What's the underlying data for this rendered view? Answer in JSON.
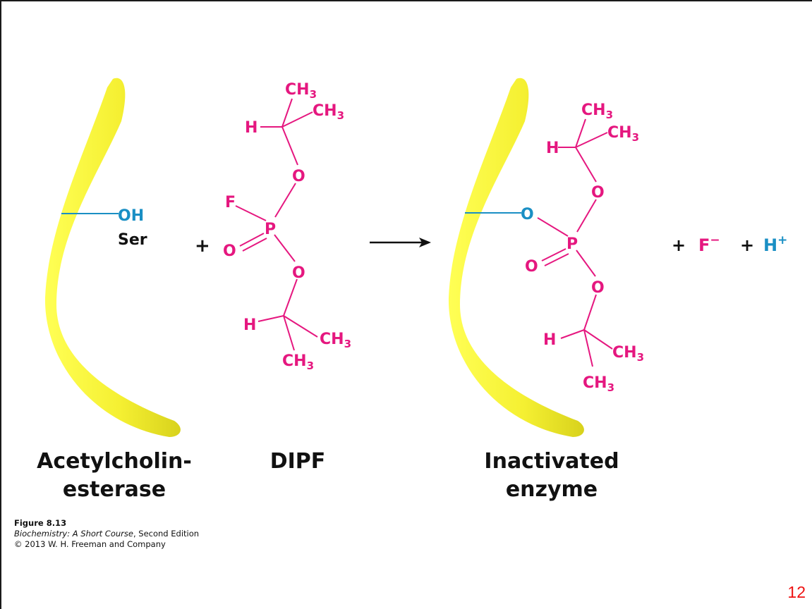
{
  "scheme": {
    "reactant_residue": {
      "group": "OH",
      "name": "Ser"
    },
    "dipf_atoms": {
      "ch3_top_a": "CH",
      "ch3_top_b": "CH",
      "h_top": "H",
      "o_top": "O",
      "f": "F",
      "p": "P",
      "o_double": "O",
      "o_bottom": "O",
      "h_bottom": "H",
      "ch3_bottom_a": "CH",
      "ch3_bottom_b": "CH",
      "subscript": "3"
    },
    "product_atoms": {
      "o_link": "O",
      "ch3_top_a": "CH",
      "ch3_top_b": "CH",
      "h_top": "H",
      "o_top": "O",
      "p": "P",
      "o_double": "O",
      "o_bottom": "O",
      "h_bottom": "H",
      "ch3_bottom_a": "CH",
      "ch3_bottom_b": "CH",
      "subscript": "3"
    },
    "plus": "+",
    "fluoride": {
      "symbol": "F",
      "charge": "−"
    },
    "proton": {
      "symbol": "H",
      "charge": "+"
    },
    "colors": {
      "enzyme": "#f5f032",
      "dipf": "#e5177f",
      "serine": "#1a8fc4",
      "text": "#111111"
    }
  },
  "labels": {
    "enzyme_line1": "Acetylcholin-",
    "enzyme_line2": "esterase",
    "dipf": "DIPF",
    "product_line1": "Inactivated",
    "product_line2": "enzyme"
  },
  "credit": {
    "figure": "Figure 8.13",
    "book_title": "Biochemistry: A Short Course",
    "edition": ", Second Edition",
    "copyright": "© 2013 W. H. Freeman and Company"
  },
  "page_number": "12"
}
